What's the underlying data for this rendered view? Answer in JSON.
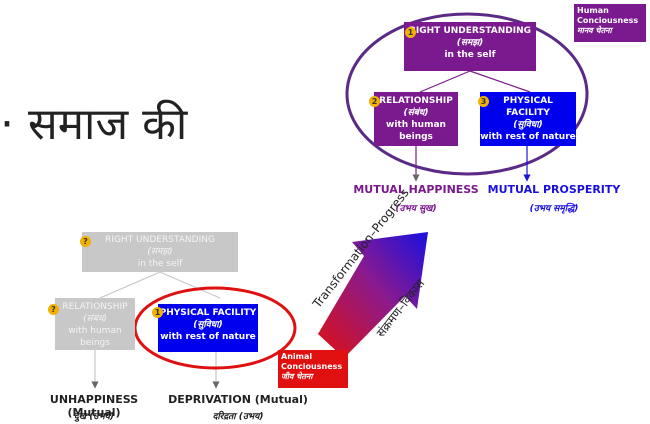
{
  "title_fragment": "समाज की",
  "human": {
    "label_line1": "Human",
    "label_line2": "Conciousness",
    "label_line3": "मानव चेतना",
    "right": {
      "badge": "1",
      "line1": "RIGHT UNDERSTANDING",
      "line2": "(समझ)",
      "line3": "in the self"
    },
    "relationship": {
      "badge": "2",
      "line1": "RELATIONSHIP",
      "line2": "(संबंध)",
      "line3": "with human beings"
    },
    "physical": {
      "badge": "3",
      "line1": "PHYSICAL FACILITY",
      "line2": "(सुविधा)",
      "line3": "with rest of nature"
    },
    "outcome_left": "MUTUAL HAPPINESS",
    "outcome_left_sub": "(उभय सुख)",
    "outcome_right": "MUTUAL PROSPERITY",
    "outcome_right_sub": "(उभय समृद्धि)"
  },
  "animal": {
    "label_line1": "Animal",
    "label_line2": "Conciousness",
    "label_line3": "जीव चेतना",
    "right": {
      "badge": "?",
      "line1": "RIGHT UNDERSTANDING",
      "line2": "(समझ)",
      "line3": "in the self"
    },
    "relationship": {
      "badge": "?",
      "line1": "RELATIONSHIP",
      "line2": "(संबंध)",
      "line3": "with human beings"
    },
    "physical": {
      "badge": "1",
      "line1": "PHYSICAL FACILITY",
      "line2": "(सुविधा)",
      "line3": "with rest of nature"
    },
    "outcome_left": "UNHAPPINESS (Mutual)",
    "outcome_left_sub": "दुख (उभय)",
    "outcome_right": "DEPRIVATION (Mutual)",
    "outcome_right_sub": "दरिद्रता (उभय)"
  },
  "arrow": {
    "label_en": "Transformation–Progress",
    "label_hi": "संक्रमण–विकास"
  },
  "colors": {
    "purple": "#7a1a8e",
    "blue": "#0000ee",
    "grey": "#c8c8c8",
    "red": "#e01010",
    "ellipse_top": "#5b2a86",
    "badge": "#f2b100"
  }
}
